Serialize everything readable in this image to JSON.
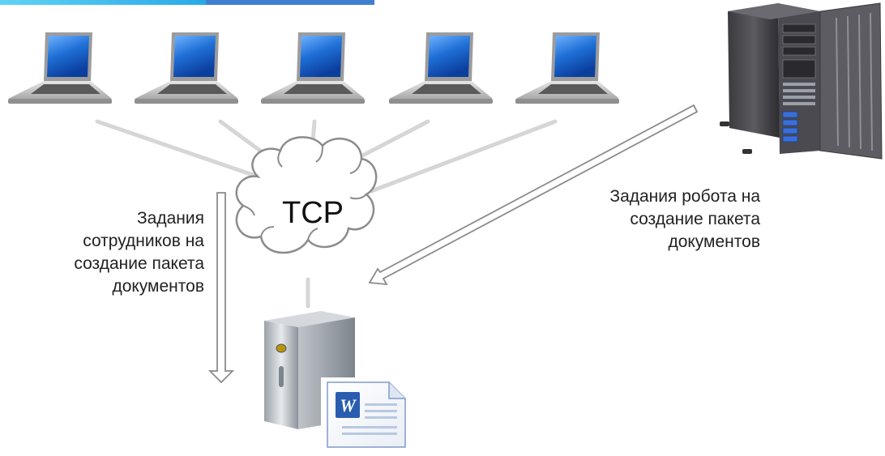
{
  "diagram": {
    "protocol_label": "TCP",
    "employee_tasks_label": "Задания\nсотрудников на\nсоздание пакета\nдокументов",
    "robot_tasks_label": "Задания робота на\nсоздание пакета\nдокументов",
    "document_icon_letter": "W"
  },
  "nodes": {
    "laptops": [
      "laptop-icon",
      "laptop-icon",
      "laptop-icon",
      "laptop-icon",
      "laptop-icon"
    ],
    "robot_server": "tower-server-icon",
    "target_server": "server-icon",
    "document": "word-document-icon",
    "network": "cloud-icon"
  },
  "colors": {
    "banner_left": "#2aa9e8",
    "banner_right": "#3e7fd0",
    "connector": "#d4d4d4",
    "screen": "#1f6fd6",
    "word_blue": "#2a5db0"
  }
}
